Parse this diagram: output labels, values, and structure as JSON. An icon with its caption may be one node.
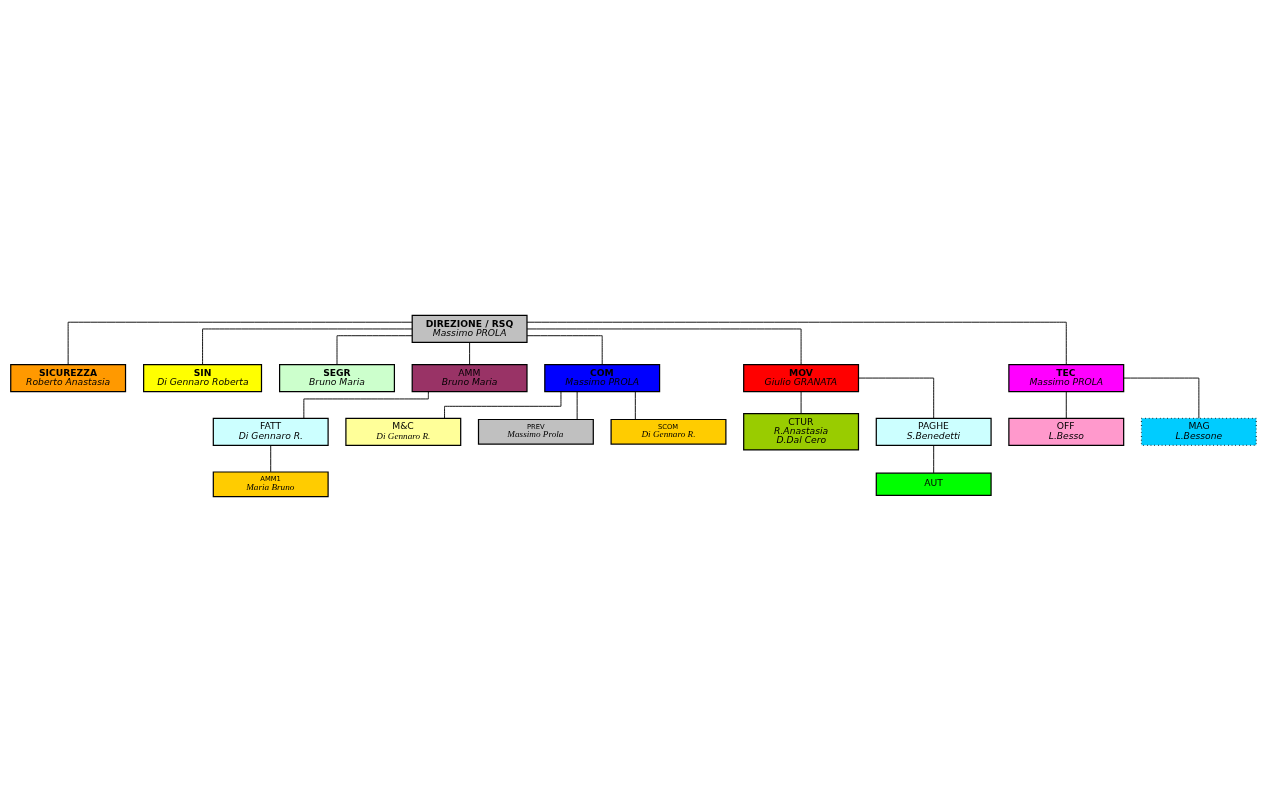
{
  "diagram": {
    "nodes": [
      {
        "text": [
          "DIREZIONE / RSQ",
          "Massimo PROLA"
        ]
      },
      {
        "text": [
          "SICUREZZA",
          "Roberto Anastasia"
        ]
      },
      {
        "text": [
          "SIN",
          "Di Gennaro Roberta"
        ]
      },
      {
        "text": [
          "SEGR",
          "Bruno Maria"
        ]
      },
      {
        "text": [
          "AMM",
          "Bruno Maria"
        ]
      },
      {
        "text": [
          "COM",
          "Massimo PROLA"
        ]
      },
      {
        "text": [
          "MOV",
          "Giulio GRANATA"
        ]
      },
      {
        "text": [
          "TEC",
          "Massimo PROLA"
        ]
      },
      {
        "text": [
          "M&C",
          "Di Gennaro R."
        ]
      },
      {
        "text": [
          "FATT",
          "Di Gennaro R."
        ]
      },
      {
        "text": [
          "CTUR",
          "R.Anastasia",
          "D.Dal Cero"
        ]
      },
      {
        "text": [
          "PREV",
          "Massimo Prola"
        ]
      },
      {
        "text": [
          "PAGHE",
          "S.Benedetti"
        ]
      },
      {
        "text": [
          "OFF",
          "L.Besso"
        ]
      },
      {
        "text": [
          "AMM1",
          "Maria Bruno"
        ]
      },
      {
        "text": [
          "SCOM",
          "Di Gennaro R."
        ]
      },
      {
        "text": [
          "AUT"
        ]
      },
      {
        "text": [
          "MAG",
          "L.Bessone"
        ]
      }
    ],
    "edges": [
      {
        "from": 0,
        "to": 1,
        "arrow": "none"
      },
      {
        "from": 0,
        "to": 2,
        "arrow": "none"
      },
      {
        "from": 0,
        "to": 3,
        "arrow": "none"
      },
      {
        "from": 0,
        "to": 4,
        "arrow": "none"
      },
      {
        "from": 0,
        "to": 5,
        "arrow": "none"
      },
      {
        "from": 0,
        "to": 6,
        "arrow": "none"
      },
      {
        "from": 0,
        "to": 7,
        "arrow": "none"
      },
      {
        "from": 4,
        "to": 9,
        "arrow": "none"
      },
      {
        "from": 9,
        "to": 14,
        "arrow": "none"
      },
      {
        "from": 5,
        "to": 8,
        "arrow": "none"
      },
      {
        "from": 5,
        "to": 11,
        "arrow": "none"
      },
      {
        "from": 5,
        "to": 15,
        "arrow": "none"
      },
      {
        "from": 6,
        "to": 10,
        "arrow": "none"
      },
      {
        "from": 6,
        "to": 12,
        "arrow": "none"
      },
      {
        "from": 12,
        "to": 16,
        "arrow": "none"
      },
      {
        "from": 7,
        "to": 13,
        "arrow": "none"
      },
      {
        "from": 7,
        "to": 17,
        "arrow": "none"
      }
    ]
  }
}
